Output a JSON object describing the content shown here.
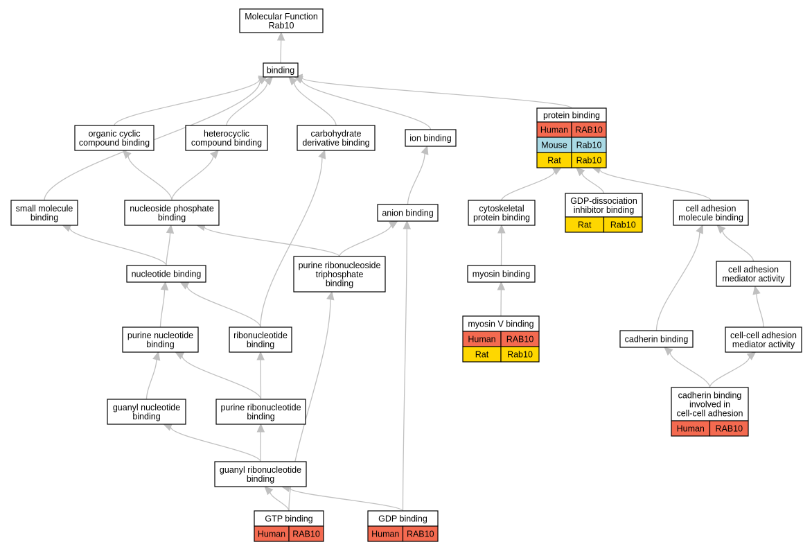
{
  "colors": {
    "Human": "#f46a50",
    "Mouse": "#a9d9e4",
    "Rat": "#fed700",
    "edge": "#c0c0c0",
    "border": "#000000",
    "background": "#ffffff"
  },
  "nodes": [
    {
      "id": "mf",
      "lines": [
        "Molecular Function",
        "Rab10"
      ]
    },
    {
      "id": "binding",
      "lines": [
        "binding"
      ]
    },
    {
      "id": "organic",
      "lines": [
        "organic cyclic",
        "compound binding"
      ]
    },
    {
      "id": "heterocyclic",
      "lines": [
        "heterocyclic",
        "compound binding"
      ]
    },
    {
      "id": "carbohydrate",
      "lines": [
        "carbohydrate",
        "derivative binding"
      ]
    },
    {
      "id": "ion",
      "lines": [
        "ion binding"
      ]
    },
    {
      "id": "protein",
      "lines": [
        "protein binding"
      ],
      "rows": [
        [
          "Human",
          "RAB10"
        ],
        [
          "Mouse",
          "Rab10"
        ],
        [
          "Rat",
          "Rab10"
        ]
      ]
    },
    {
      "id": "small",
      "lines": [
        "small molecule",
        "binding"
      ]
    },
    {
      "id": "nucphos",
      "lines": [
        "nucleoside phosphate",
        "binding"
      ]
    },
    {
      "id": "anion",
      "lines": [
        "anion binding"
      ]
    },
    {
      "id": "cytoskeletal",
      "lines": [
        "cytoskeletal",
        "protein binding"
      ]
    },
    {
      "id": "gdpdiss",
      "lines": [
        "GDP-dissociation",
        "inhibitor binding"
      ],
      "rows": [
        [
          "Rat",
          "Rab10"
        ]
      ]
    },
    {
      "id": "celladh",
      "lines": [
        "cell adhesion",
        "molecule binding"
      ]
    },
    {
      "id": "nucleotide",
      "lines": [
        "nucleotide binding"
      ]
    },
    {
      "id": "purribtri",
      "lines": [
        "purine ribonucleoside",
        "triphosphate",
        "binding"
      ]
    },
    {
      "id": "myosin",
      "lines": [
        "myosin binding"
      ]
    },
    {
      "id": "celladhmed",
      "lines": [
        "cell adhesion",
        "mediator activity"
      ]
    },
    {
      "id": "purnuc",
      "lines": [
        "purine nucleotide",
        "binding"
      ]
    },
    {
      "id": "ribonuc",
      "lines": [
        "ribonucleotide",
        "binding"
      ]
    },
    {
      "id": "myosinv",
      "lines": [
        "myosin V binding"
      ],
      "rows": [
        [
          "Human",
          "RAB10"
        ],
        [
          "Rat",
          "Rab10"
        ]
      ]
    },
    {
      "id": "cadherin",
      "lines": [
        "cadherin binding"
      ]
    },
    {
      "id": "cellcell",
      "lines": [
        "cell-cell adhesion",
        "mediator activity"
      ]
    },
    {
      "id": "guanylnuc",
      "lines": [
        "guanyl nucleotide",
        "binding"
      ]
    },
    {
      "id": "purribnuc",
      "lines": [
        "purine ribonucleotide",
        "binding"
      ]
    },
    {
      "id": "cadcell",
      "lines": [
        "cadherin binding",
        "involved in",
        "cell-cell adhesion"
      ],
      "rows": [
        [
          "Human",
          "RAB10"
        ]
      ]
    },
    {
      "id": "guanylrib",
      "lines": [
        "guanyl ribonucleotide",
        "binding"
      ]
    },
    {
      "id": "gtp",
      "lines": [
        "GTP binding"
      ],
      "rows": [
        [
          "Human",
          "RAB10"
        ]
      ]
    },
    {
      "id": "gdp",
      "lines": [
        "GDP binding"
      ],
      "rows": [
        [
          "Human",
          "RAB10"
        ]
      ]
    }
  ],
  "edges": [
    [
      "binding",
      "mf"
    ],
    [
      "organic",
      "binding"
    ],
    [
      "heterocyclic",
      "binding"
    ],
    [
      "carbohydrate",
      "binding"
    ],
    [
      "ion",
      "binding"
    ],
    [
      "protein",
      "binding"
    ],
    [
      "small",
      "binding"
    ],
    [
      "nucphos",
      "organic"
    ],
    [
      "nucphos",
      "heterocyclic"
    ],
    [
      "anion",
      "ion"
    ],
    [
      "cytoskeletal",
      "protein"
    ],
    [
      "gdpdiss",
      "protein"
    ],
    [
      "celladh",
      "protein"
    ],
    [
      "nucleotide",
      "small"
    ],
    [
      "nucleotide",
      "nucphos"
    ],
    [
      "purribtri",
      "nucphos"
    ],
    [
      "purribtri",
      "anion"
    ],
    [
      "myosin",
      "cytoskeletal"
    ],
    [
      "celladhmed",
      "celladh"
    ],
    [
      "purnuc",
      "nucleotide"
    ],
    [
      "ribonuc",
      "nucleotide"
    ],
    [
      "ribonuc",
      "carbohydrate"
    ],
    [
      "myosinv",
      "myosin"
    ],
    [
      "cadherin",
      "celladh"
    ],
    [
      "cellcell",
      "celladhmed"
    ],
    [
      "guanylnuc",
      "purnuc"
    ],
    [
      "purribnuc",
      "purnuc"
    ],
    [
      "purribnuc",
      "ribonuc"
    ],
    [
      "cadcell",
      "cadherin"
    ],
    [
      "cadcell",
      "cellcell"
    ],
    [
      "guanylrib",
      "guanylnuc"
    ],
    [
      "guanylrib",
      "purribnuc"
    ],
    [
      "gtp",
      "guanylrib"
    ],
    [
      "gtp",
      "purribtri"
    ],
    [
      "gdp",
      "guanylrib"
    ],
    [
      "gdp",
      "anion"
    ]
  ]
}
